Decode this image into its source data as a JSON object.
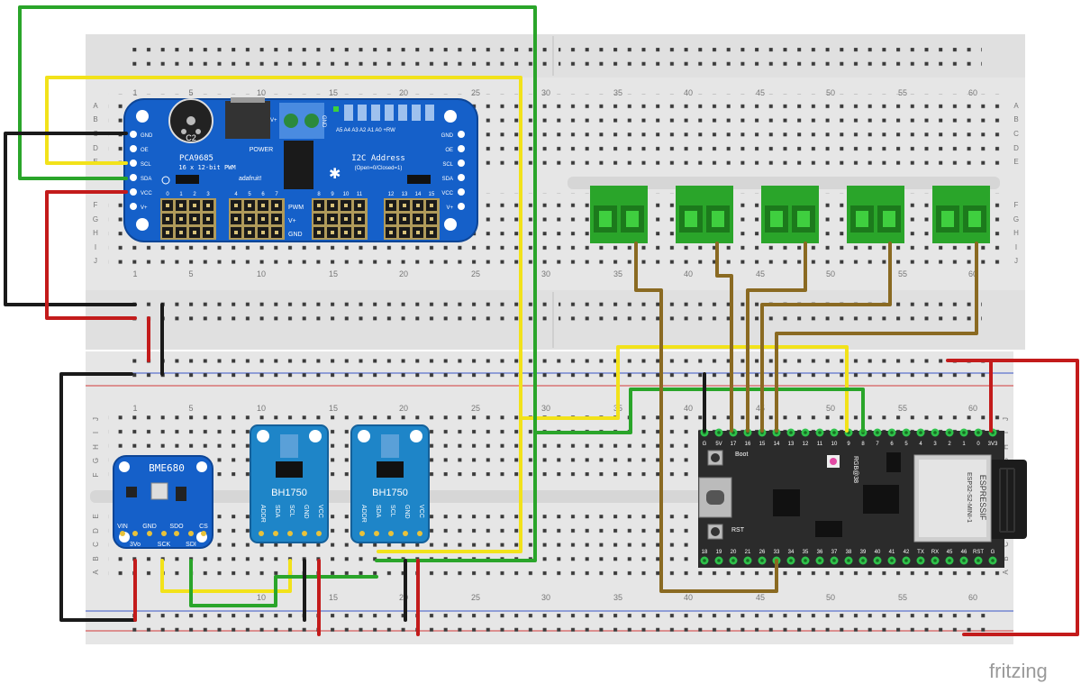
{
  "colors": {
    "breadboard": "#e6e6e6",
    "breadboard_dark": "#cfcfcf",
    "hole": "#3a3a3a",
    "rail_red": "#d23a3a",
    "rail_blue": "#3a55c8",
    "pca_board": "#1560c9",
    "bh_board": "#1e85c8",
    "bme_board": "#1560c9",
    "esp_board": "#2b2b2b",
    "esp_pin": "#2ec24a",
    "terminal": "#2aa52a",
    "wire_black": "#1a1a1a",
    "wire_red": "#c31b1b",
    "wire_green": "#2aa52a",
    "wire_yellow": "#f2e21a",
    "wire_brown": "#8a6a22"
  },
  "top_board": {
    "row_letters_left": [
      "A",
      "B",
      "C",
      "D",
      "E",
      "F",
      "G",
      "H",
      "I",
      "J"
    ],
    "column_numbers": [
      "1",
      "5",
      "10",
      "15",
      "20",
      "25",
      "30",
      "35",
      "40",
      "45",
      "50",
      "55",
      "60"
    ]
  },
  "bottom_board": {
    "row_letters": [
      "J",
      "I",
      "H",
      "G",
      "F",
      "E",
      "D",
      "C",
      "B",
      "A"
    ],
    "column_numbers": [
      "1",
      "5",
      "10",
      "15",
      "20",
      "25",
      "30",
      "35",
      "40",
      "45",
      "50",
      "55",
      "60"
    ]
  },
  "pca9685": {
    "title": "PCA9685",
    "subtitle": "16 x 12-bit PWM",
    "left_pins": [
      "GND",
      "OE",
      "SCL",
      "SDA",
      "VCC",
      "V+"
    ],
    "right_pins": [
      "GND",
      "OE",
      "SCL",
      "SDA",
      "VCC",
      "V+"
    ],
    "cap_label": "C2",
    "power_label": "POWER",
    "addr_label": "I2C Address",
    "addr_sub": "(Open=0/Closed=1)",
    "addr_pins": "A5 A4 A3 A2 A1 A0 +RW",
    "brand": "adafruit!",
    "pwm_label": "PWM",
    "vplus_label": "V+",
    "gnd_label": "GND",
    "gnd_top": "GND",
    "vplus_top": "V+",
    "channel_nums": [
      "0",
      "1",
      "2",
      "3",
      "4",
      "5",
      "6",
      "7",
      "8",
      "9",
      "10",
      "11",
      "12",
      "13",
      "14",
      "15"
    ]
  },
  "bme680": {
    "title": "BME680",
    "top_pins": [
      "VIN",
      "GND",
      "SDO",
      "CS"
    ],
    "bottom_pins": [
      "3Vo",
      "SCK",
      "SDI"
    ]
  },
  "bh1750": {
    "title": "BH1750",
    "pins": [
      "ADDR",
      "SDA",
      "SCL",
      "GND",
      "VCC"
    ]
  },
  "esp32": {
    "top_pins": [
      "G",
      "5V",
      "17",
      "16",
      "15",
      "14",
      "13",
      "12",
      "11",
      "10",
      "9",
      "8",
      "7",
      "6",
      "5",
      "4",
      "3",
      "2",
      "1",
      "0",
      "3V3"
    ],
    "bottom_pins": [
      "18",
      "19",
      "20",
      "21",
      "26",
      "33",
      "34",
      "35",
      "36",
      "37",
      "38",
      "39",
      "40",
      "41",
      "42",
      "TX",
      "RX",
      "45",
      "46",
      "RST",
      "G"
    ],
    "boot_label": "Boot",
    "rst_label": "RST",
    "rgb_label": "RGB@38",
    "brand": "ESPRESSIF",
    "module": "ESP32-S2-MINI-1"
  },
  "logo": "fritzing"
}
